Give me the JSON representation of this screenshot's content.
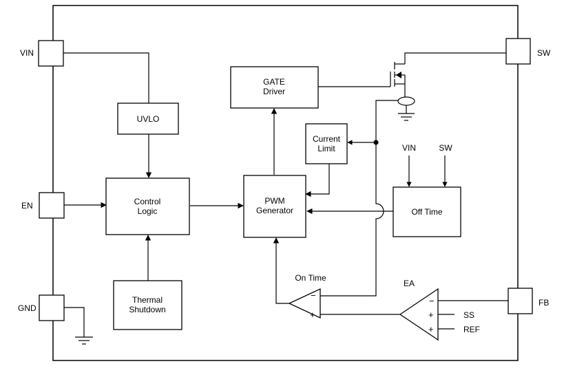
{
  "pins": {
    "vin": "VIN",
    "en": "EN",
    "gnd": "GND",
    "sw": "SW",
    "fb": "FB"
  },
  "blocks": {
    "uvlo": "UVLO",
    "control_logic": [
      "Control",
      "Logic"
    ],
    "thermal_shutdown": [
      "Thermal",
      "Shutdown"
    ],
    "gate_driver": [
      "GATE",
      "Driver"
    ],
    "pwm_generator": [
      "PWM",
      "Generator"
    ],
    "current_limit": [
      "Current",
      "Limit"
    ],
    "off_time": "Off Time"
  },
  "off_time_inputs": {
    "vin": "VIN",
    "sw": "SW"
  },
  "on_time_comparator": {
    "label": "On Time",
    "minus": "−",
    "plus": "+"
  },
  "error_amp": {
    "label": "EA",
    "minus": "−",
    "plus1": "+",
    "plus2": "+",
    "ss": "SS",
    "ref": "REF"
  }
}
